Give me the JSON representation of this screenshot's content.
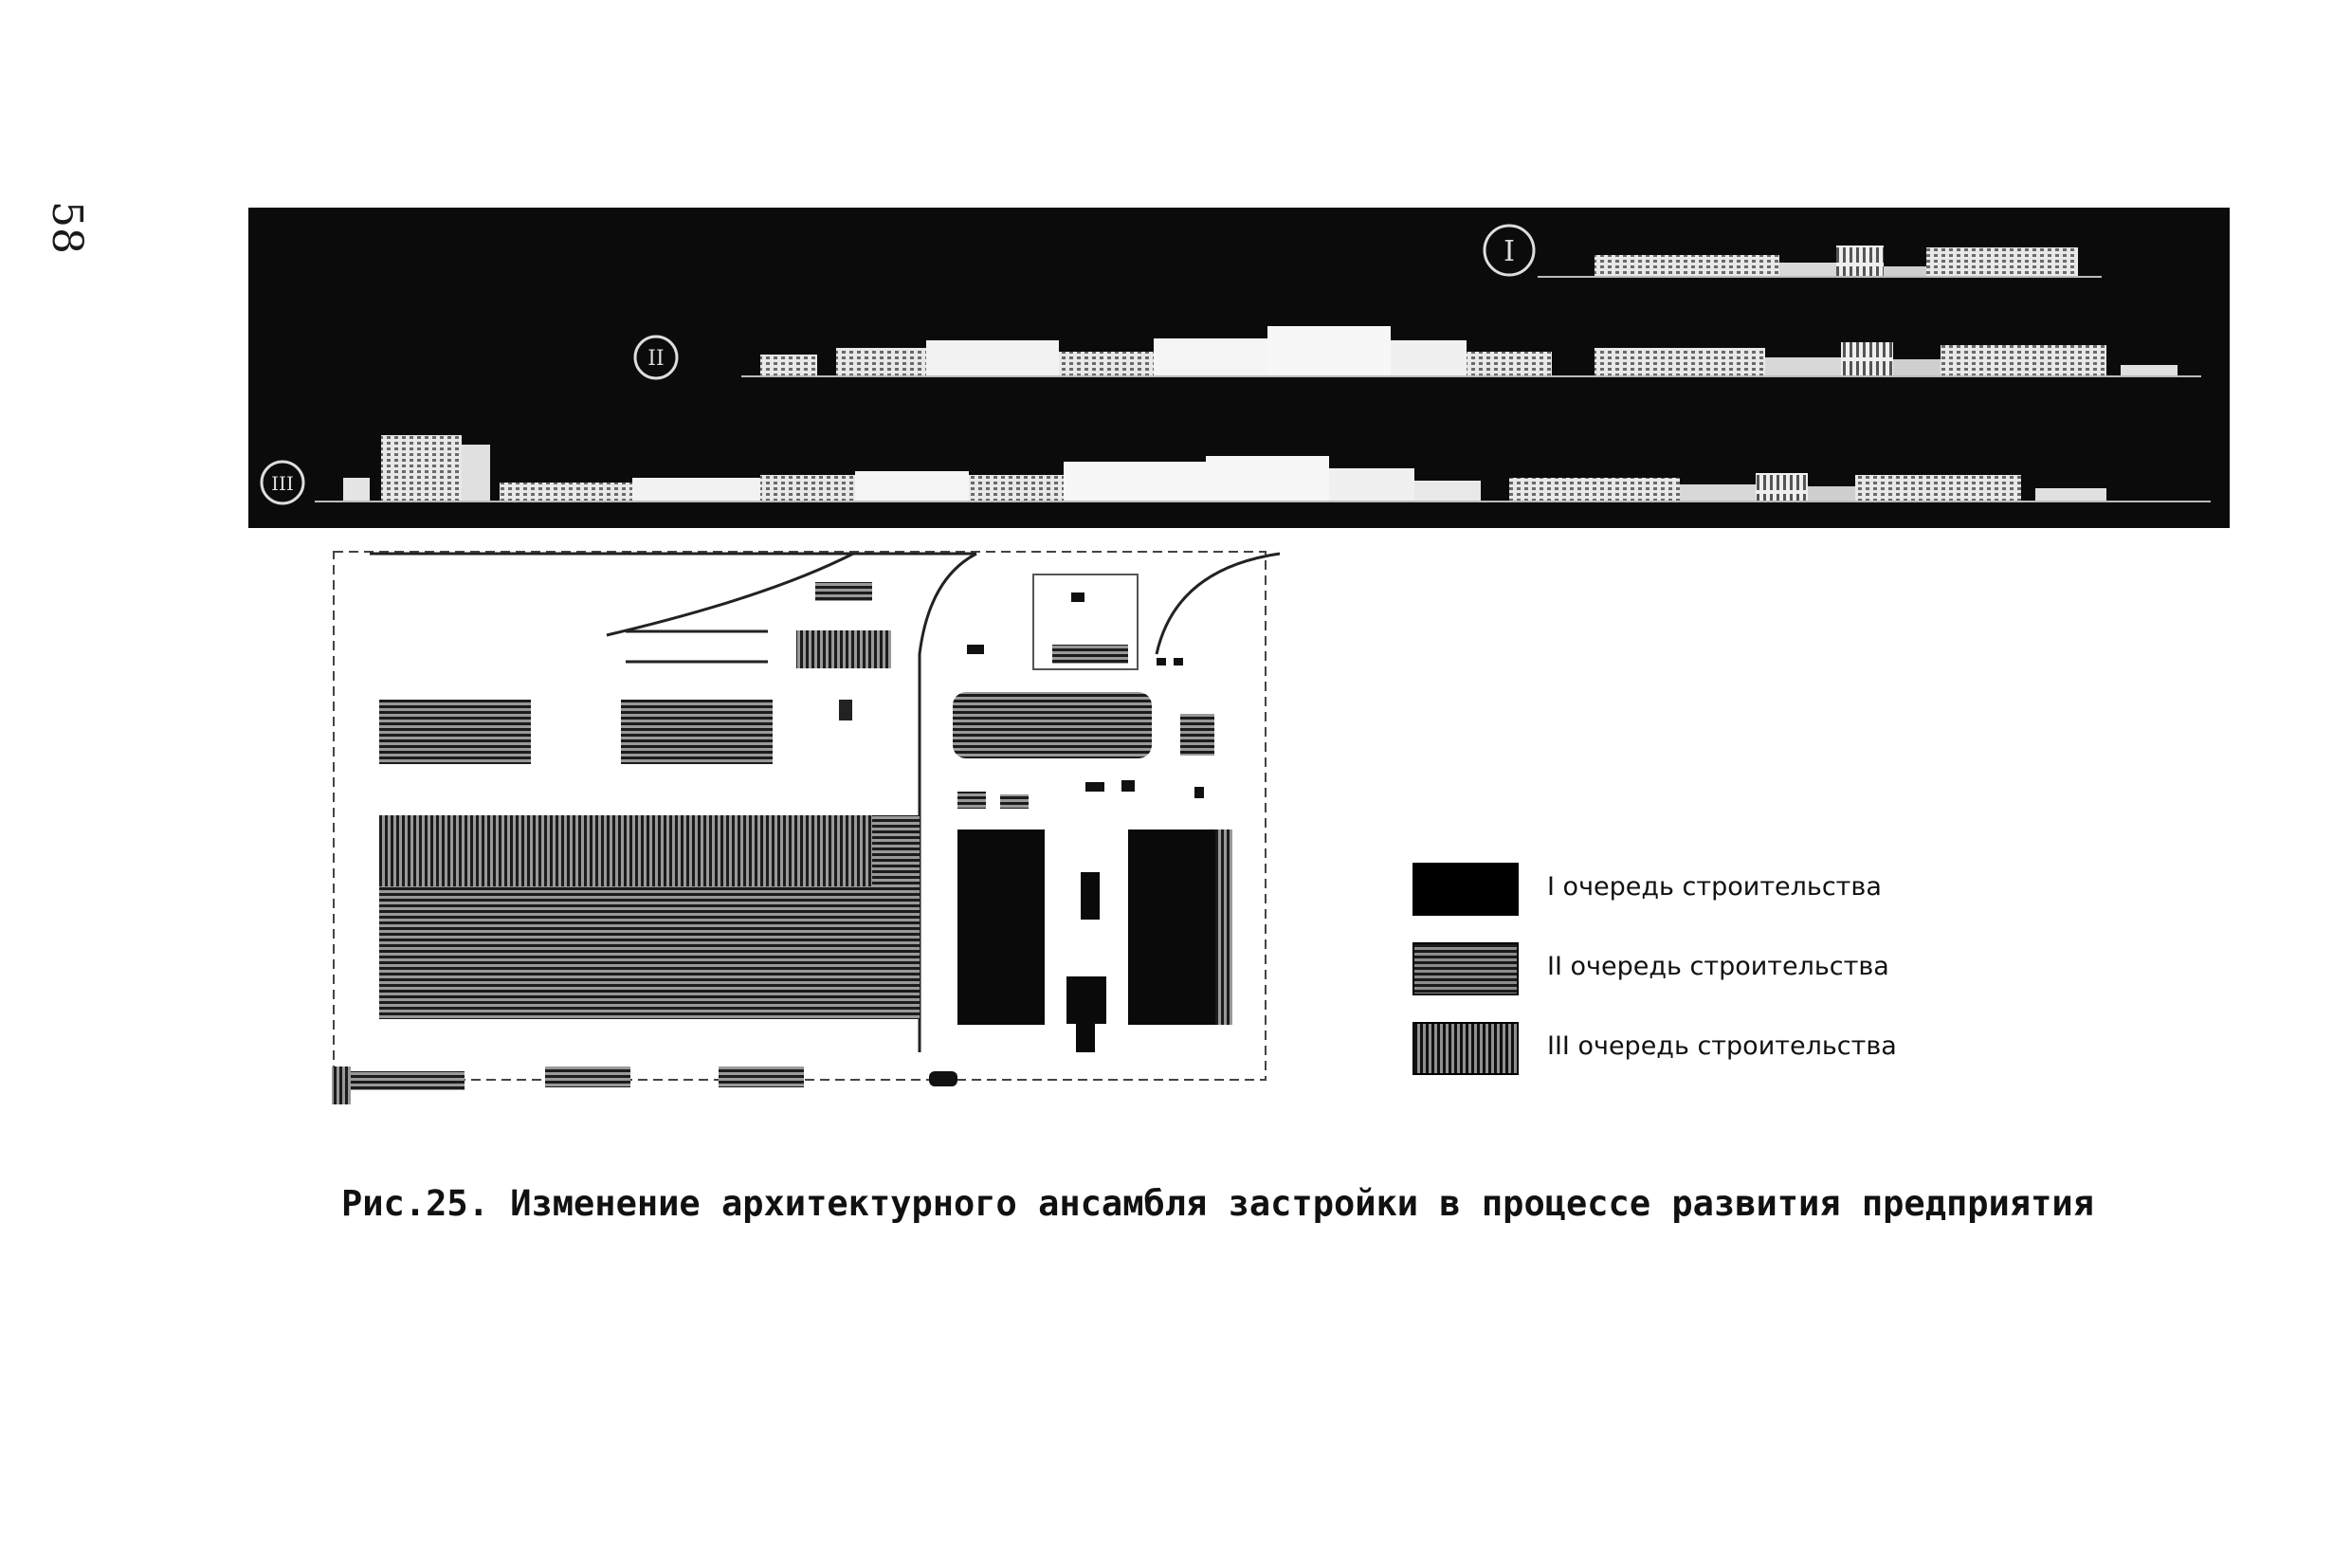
{
  "page": {
    "number": "58"
  },
  "elevations": {
    "markers": [
      "I",
      "II",
      "III"
    ]
  },
  "legend": {
    "items": [
      {
        "label": "I очередь строительства",
        "pattern": "solid"
      },
      {
        "label": "II очередь строительства",
        "pattern": "horizontal-hatch"
      },
      {
        "label": "III очередь строительства",
        "pattern": "vertical-hatch"
      }
    ]
  },
  "caption": "Рис.25. Изменение архитектурного ансамбля застройки в процессе развития предприятия"
}
